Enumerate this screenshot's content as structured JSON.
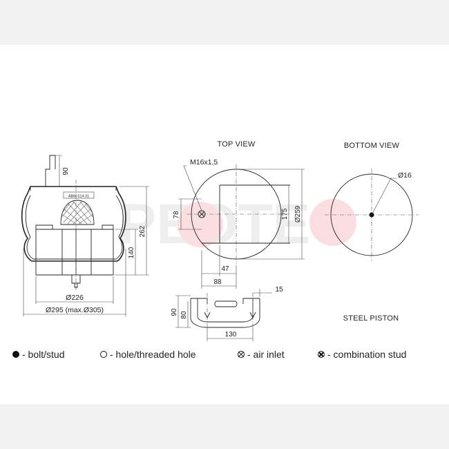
{
  "watermark": "PEOTEC",
  "views": {
    "top_title": "TOP VIEW",
    "bottom_title": "BOTTOM VIEW",
    "piston_title": "STEEL PISTON"
  },
  "side_view": {
    "label_plate": "ABM 514 31",
    "dims": {
      "top_stud": "90",
      "height_262": "262",
      "height_140": "140",
      "piston_dia": "Ø226",
      "overall_dia": "Ø295 (max.Ø305)"
    }
  },
  "top_view": {
    "thread": "M16x1,5",
    "dims": {
      "h78": "78",
      "h175": "175",
      "dia259": "Ø259",
      "w47": "47",
      "w88": "88"
    }
  },
  "bottom_view": {
    "dims": {
      "dia16": "Ø16"
    }
  },
  "piston_view": {
    "dims": {
      "h90": "90",
      "h80": "80",
      "w15": "15",
      "w130": "130"
    }
  },
  "legend": [
    {
      "symbol": "bolt-icon",
      "label": "- bolt/stud"
    },
    {
      "symbol": "hole-icon",
      "label": "- hole/threaded hole"
    },
    {
      "symbol": "air-inlet-icon",
      "label": "- air inlet"
    },
    {
      "symbol": "combination-stud-icon",
      "label": "- combination stud"
    }
  ],
  "colors": {
    "background": "#f2f2f2",
    "sheet": "#ffffff",
    "ink": "#222222",
    "watermark_accent": "#e23a4a"
  }
}
